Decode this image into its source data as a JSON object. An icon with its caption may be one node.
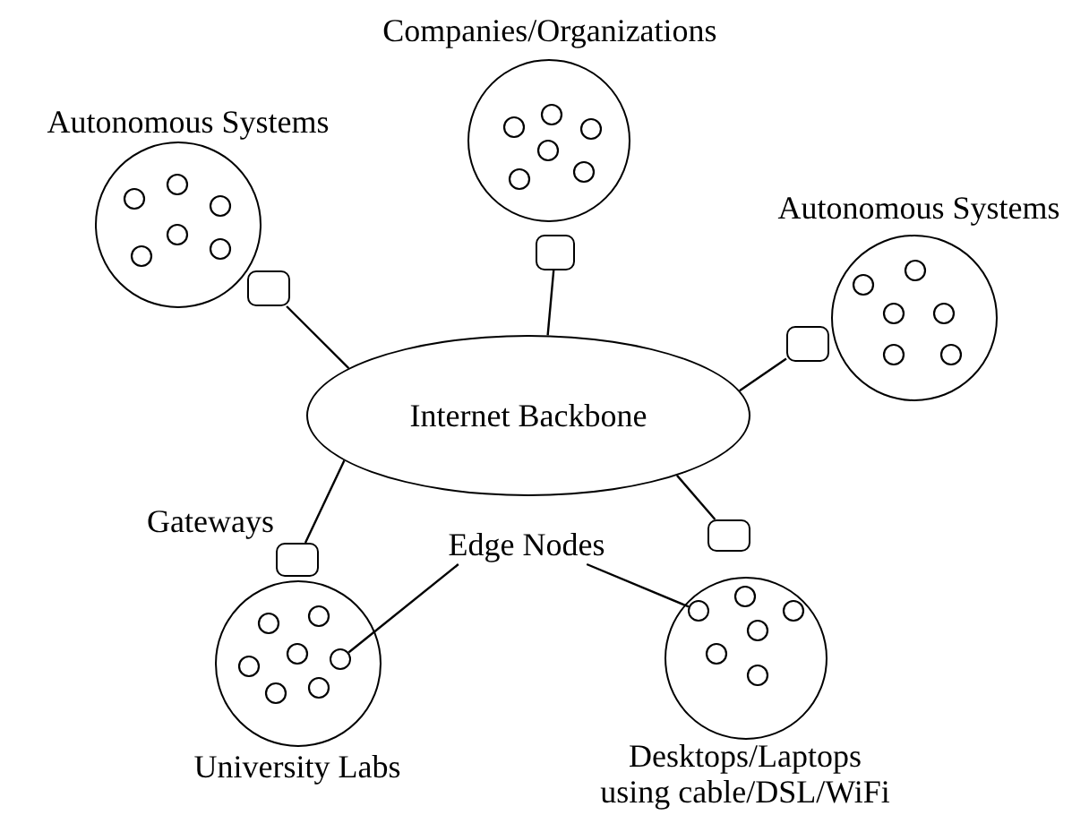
{
  "diagram": {
    "nodes": [
      {
        "text": [
          "Internet Backbone"
        ]
      },
      {
        "text": [
          "Autonomous Systems"
        ]
      },
      {
        "text": [
          "Companies/Organizations"
        ]
      },
      {
        "text": [
          "Autonomous Systems"
        ]
      },
      {
        "text": [
          "University Labs"
        ]
      },
      {
        "text": [
          "Desktops/Laptops using cable/DSL/WiFi"
        ]
      },
      {
        "text": [],
        "shape": "box"
      },
      {
        "text": [],
        "shape": "box"
      },
      {
        "text": [],
        "shape": "box"
      },
      {
        "text": [],
        "shape": "box"
      },
      {
        "text": [],
        "shape": "box"
      },
      {
        "text": [
          "Edge Nodes"
        ]
      },
      {
        "text": [],
        "shape": "circle",
        "in": 4
      },
      {
        "text": [],
        "shape": "circle",
        "in": 5
      }
    ],
    "edges": [
      {
        "from": 0,
        "to": 6,
        "arrow": "none"
      },
      {
        "from": 0,
        "to": 7,
        "arrow": "none"
      },
      {
        "from": 0,
        "to": 8,
        "arrow": "none"
      },
      {
        "from": 0,
        "to": 9,
        "arrow": "none"
      },
      {
        "from": 0,
        "to": 10,
        "arrow": "none"
      },
      {
        "from": 11,
        "to": 12,
        "arrow": "none"
      },
      {
        "from": 11,
        "to": 13,
        "arrow": "none"
      }
    ],
    "labels": [
      "Gateways"
    ]
  }
}
